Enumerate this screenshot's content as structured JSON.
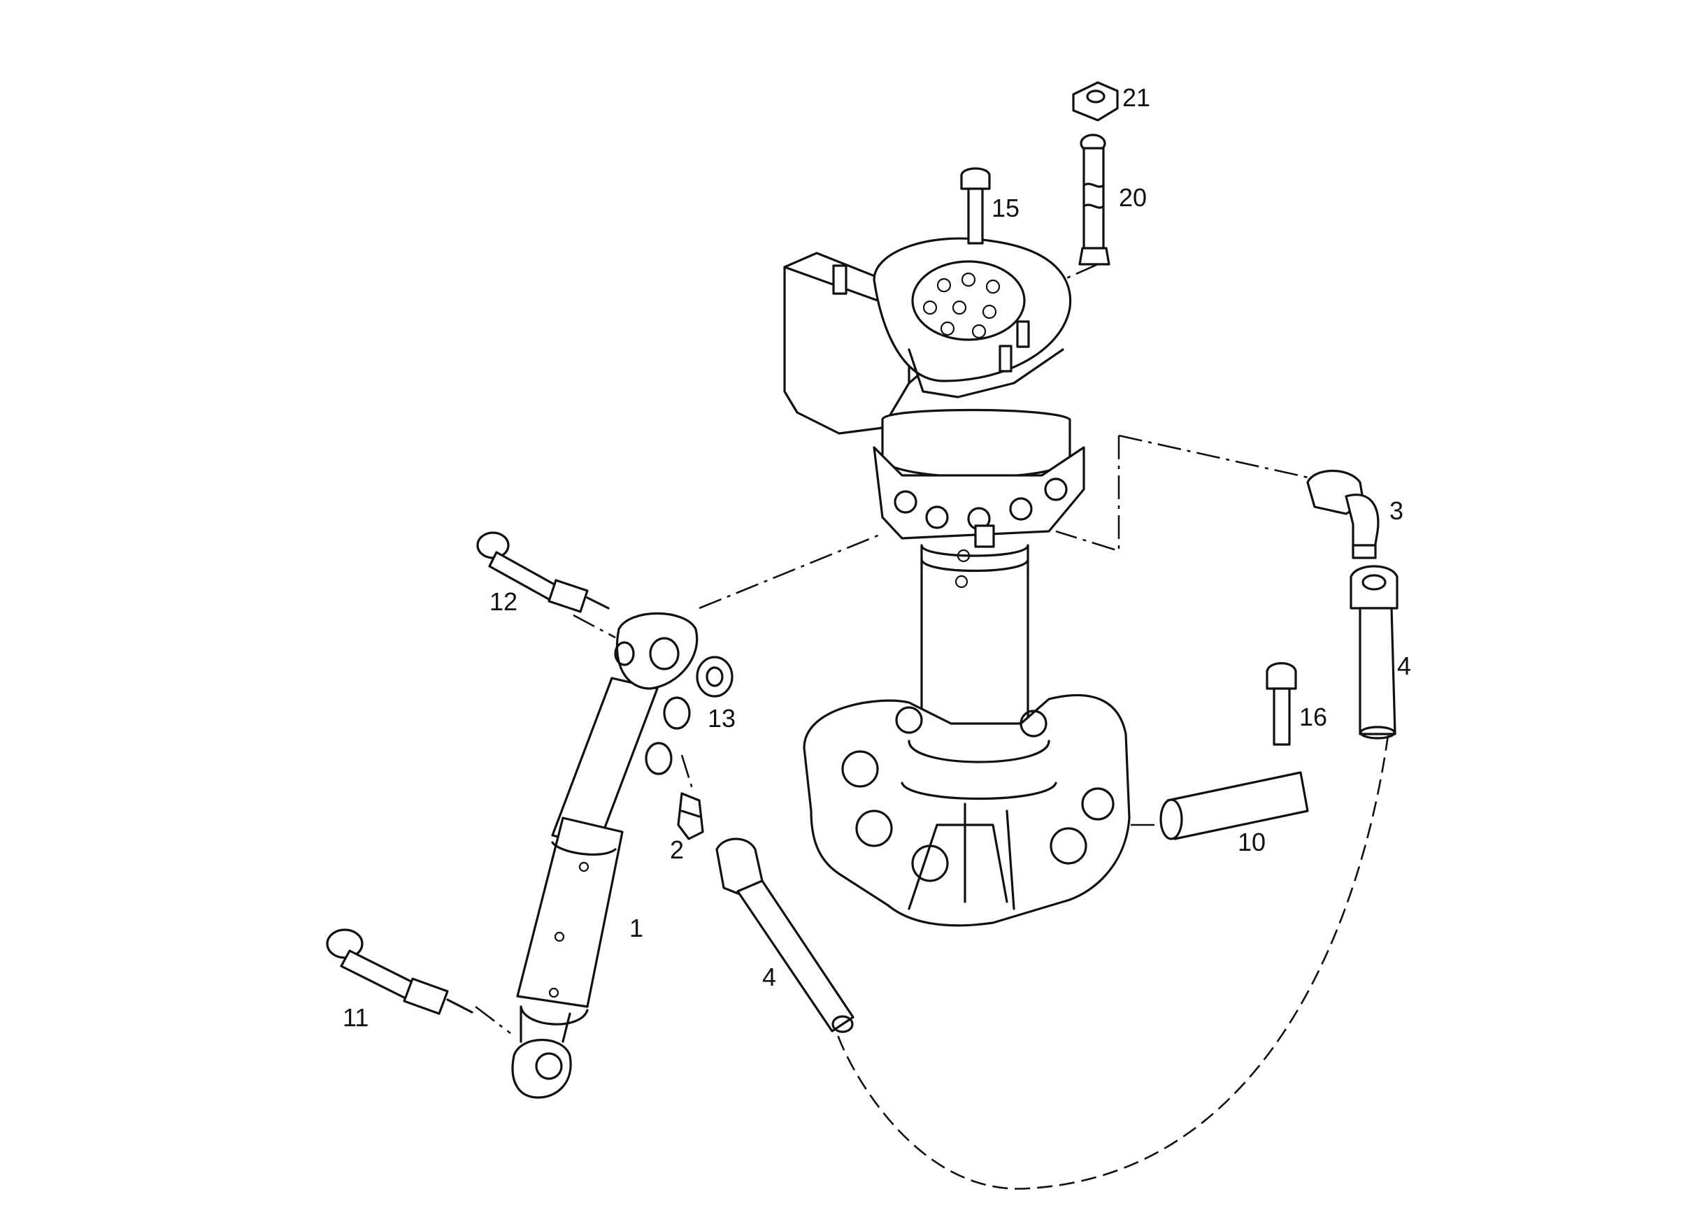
{
  "callouts": [
    {
      "id": "c21",
      "text": "21"
    },
    {
      "id": "c20",
      "text": "20"
    },
    {
      "id": "c15",
      "text": "15"
    },
    {
      "id": "c3",
      "text": "3"
    },
    {
      "id": "c4a",
      "text": "4"
    },
    {
      "id": "c12",
      "text": "12"
    },
    {
      "id": "c13",
      "text": "13"
    },
    {
      "id": "c16",
      "text": "16"
    },
    {
      "id": "c2",
      "text": "2"
    },
    {
      "id": "c10",
      "text": "10"
    },
    {
      "id": "c1",
      "text": "1"
    },
    {
      "id": "c4b",
      "text": "4"
    },
    {
      "id": "c11",
      "text": "11"
    }
  ]
}
